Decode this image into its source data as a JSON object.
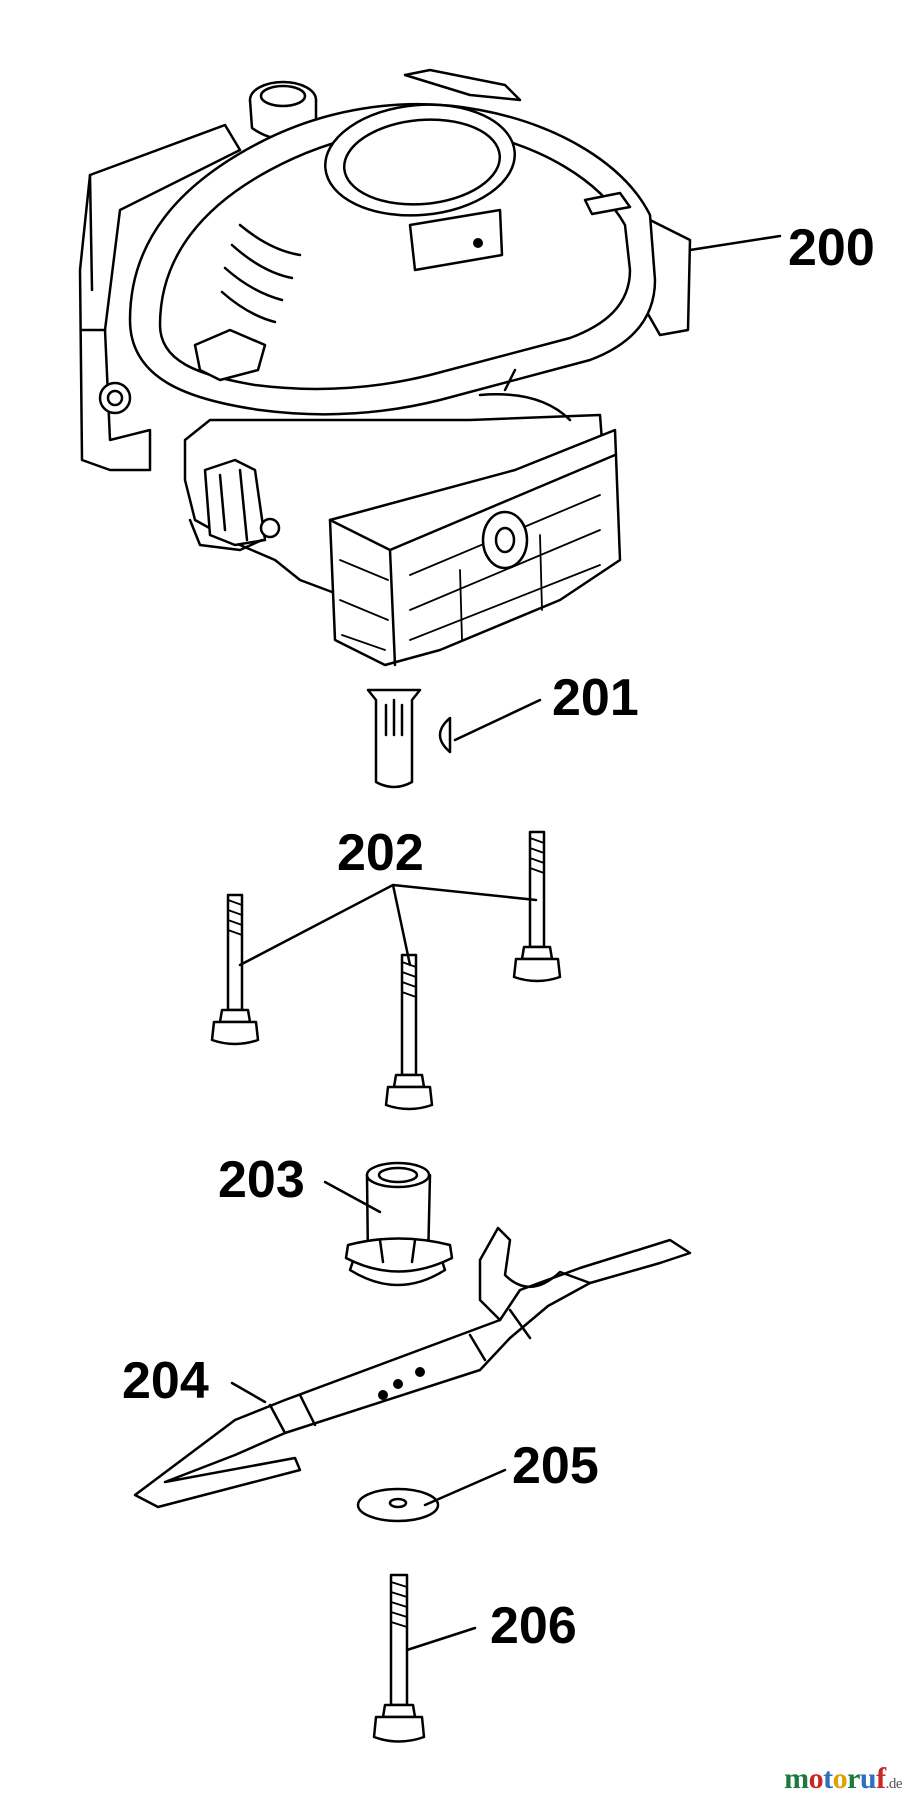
{
  "callouts": {
    "engine": "200",
    "key": "201",
    "bolts": "202",
    "hub": "203",
    "blade": "204",
    "washer": "205",
    "blade_bolt": "206"
  },
  "watermark": {
    "text": "motoruf",
    "suffix": ".de",
    "letter_colors": [
      "#1e7a3c",
      "#c62828",
      "#2e6fc0",
      "#e0a000",
      "#1e7a3c",
      "#2e6fc0",
      "#c62828"
    ]
  }
}
